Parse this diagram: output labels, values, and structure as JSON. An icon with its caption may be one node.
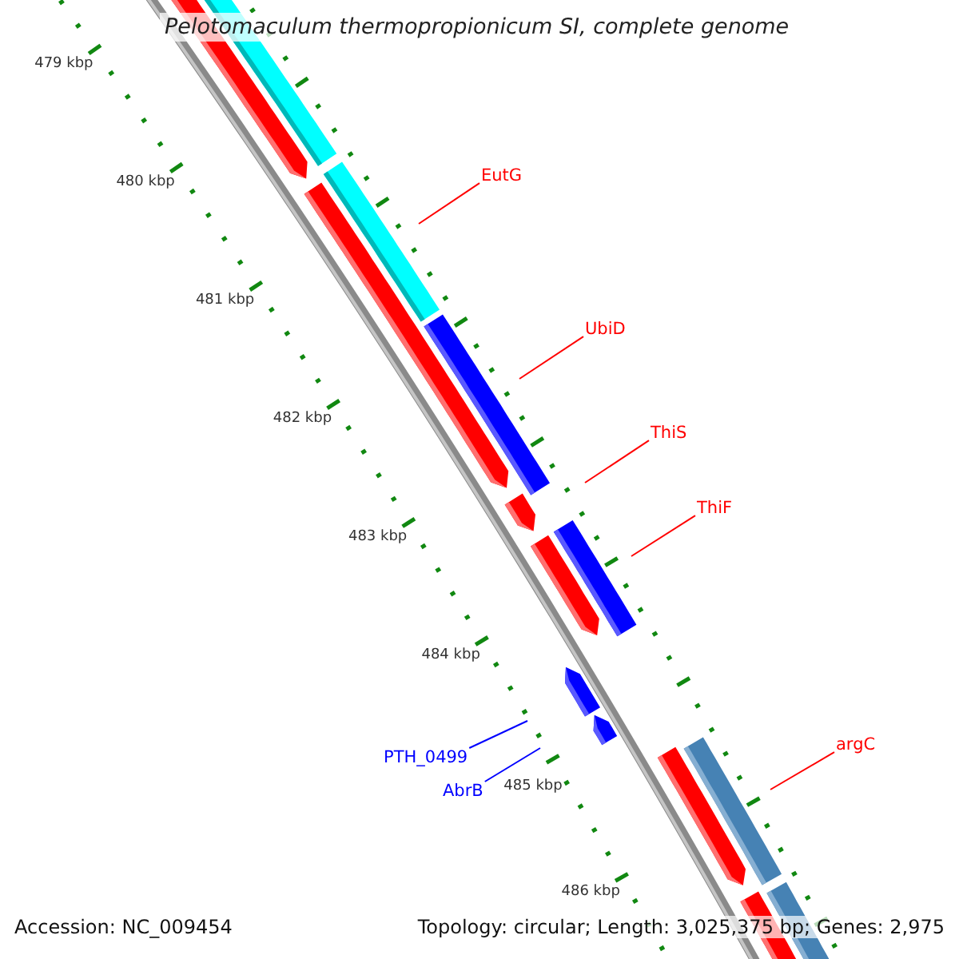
{
  "diagram": {
    "title": "Pelotomaculum thermopropionicum SI, complete genome",
    "nodes": [
      {
        "text": [
          "EutG"
        ]
      },
      {
        "text": [
          "UbiD"
        ]
      },
      {
        "text": [
          "ThiS"
        ]
      },
      {
        "text": [
          "ThiF"
        ]
      },
      {
        "text": [
          "argC"
        ]
      },
      {
        "text": [
          "PTH_0499"
        ]
      },
      {
        "text": [
          "AbrB"
        ]
      }
    ],
    "edges": [
      {
        "from": 0,
        "to": null,
        "arrow": "none"
      },
      {
        "from": 1,
        "to": null,
        "arrow": "none"
      },
      {
        "from": 2,
        "to": null,
        "arrow": "none"
      },
      {
        "from": 3,
        "to": null,
        "arrow": "none"
      },
      {
        "from": 4,
        "to": null,
        "arrow": "none"
      },
      {
        "from": 5,
        "to": null,
        "arrow": "none",
        "color": "#0000ff"
      },
      {
        "from": 6,
        "to": null,
        "arrow": "none",
        "color": "#0000ff"
      }
    ],
    "labels": [
      "479 kbp",
      "480 kbp",
      "481 kbp",
      "482 kbp",
      "483 kbp",
      "484 kbp",
      "485 kbp",
      "486 kbp",
      "Accession: NC_009454",
      "Topology: circular; Length: 3,025,375 bp; Genes: 2,975"
    ]
  }
}
